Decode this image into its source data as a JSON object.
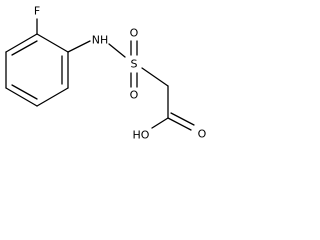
{
  "molecule": {
    "atoms": {
      "fluorine": "F",
      "amine": "NH",
      "sulfur": "S",
      "sulfonyl_oxygen_top": "O",
      "sulfonyl_oxygen_bottom": "O",
      "carbonyl_oxygen": "O",
      "hydroxyl": "HO"
    },
    "colors": {
      "bond": "#000000",
      "label": "#000000",
      "background": "#ffffff"
    }
  }
}
